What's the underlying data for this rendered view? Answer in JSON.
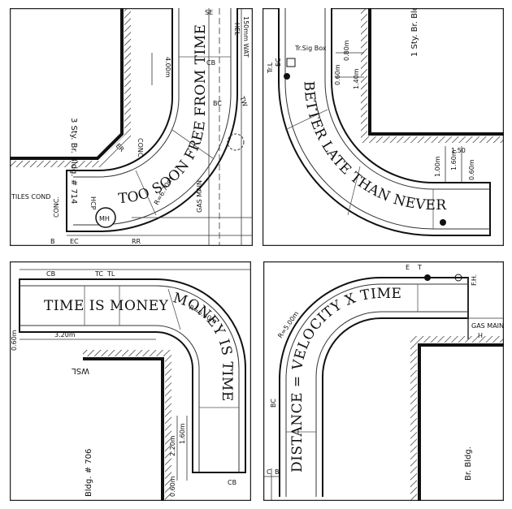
{
  "panels": {
    "tl": {
      "phrase": "TOO SOON FREE FROM TIME",
      "bldg_label": "3 Sty. Br. Bldg. # 714",
      "labels": [
        "CONC",
        "CONC.",
        "TILES COND",
        "4.00m",
        "R=6.70m",
        "150mm WAT",
        "HEL",
        "SE",
        "GAS MAIN",
        "CB",
        "BC",
        "EC",
        "TW",
        "B",
        "MH",
        "HCP",
        "ER",
        "RR"
      ]
    },
    "tr": {
      "phrase": "BETTER LATE THAN NEVER",
      "bldg_label": "1 Sty. Br. Bld",
      "labels": [
        "Tr.L",
        "EC",
        "Tr.Sig Box",
        "0.60m",
        "0.80m",
        "1.40m",
        "1.00m",
        "1.60m",
        "0.60m",
        "1.50"
      ]
    },
    "bl": {
      "phrase_a": "TIME IS MONEY",
      "phrase_b": "MONEY IS TIME",
      "bldg_label": "Bldg. # 706",
      "labels": [
        "CB",
        "TC",
        "TL",
        "0.60m",
        "3.20m",
        "R=6.40m",
        "WSL",
        "2.20m",
        "1.60m",
        "0.60m",
        "CB"
      ]
    },
    "br": {
      "phrase": "DISTANCE = VELOCITY X TIME",
      "bldg_label": "Br. Bldg.",
      "labels": [
        "E",
        "T",
        "F.H.",
        "GAS MAIN",
        "H",
        "R=5.00m",
        "BC",
        "C",
        "B"
      ]
    }
  }
}
